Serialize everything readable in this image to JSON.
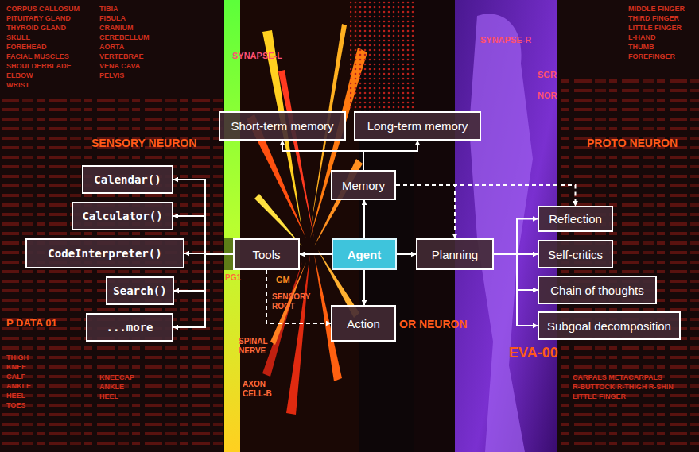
{
  "diagram": {
    "nodes": [
      {
        "text": [
          "Short-term memory"
        ]
      },
      {
        "text": [
          "Long-term memory"
        ]
      },
      {
        "text": [
          "Memory"
        ]
      },
      {
        "text": [
          "Calendar()"
        ]
      },
      {
        "text": [
          "Calculator()"
        ]
      },
      {
        "text": [
          "Reflection"
        ]
      },
      {
        "text": [
          "CodeInterpreter()"
        ]
      },
      {
        "text": [
          "Tools"
        ]
      },
      {
        "text": [
          "Agent"
        ]
      },
      {
        "text": [
          "Planning"
        ]
      },
      {
        "text": [
          "Self-critics"
        ]
      },
      {
        "text": [
          "Chain of thoughts"
        ]
      },
      {
        "text": [
          "Search()"
        ]
      },
      {
        "text": [
          "Action"
        ]
      },
      {
        "text": [
          "Subgoal decomposition"
        ]
      },
      {
        "text": [
          "...more"
        ]
      }
    ],
    "edges": [
      {
        "from": 2,
        "to": 0,
        "arrow": "to"
      },
      {
        "from": 2,
        "to": 1,
        "arrow": "to"
      },
      {
        "from": 8,
        "to": 2,
        "arrow": "to"
      },
      {
        "from": 8,
        "to": 7,
        "arrow": "to"
      },
      {
        "from": 8,
        "to": 9,
        "arrow": "to"
      },
      {
        "from": 8,
        "to": 13,
        "arrow": "to"
      },
      {
        "from": 7,
        "to": 3,
        "arrow": "to"
      },
      {
        "from": 7,
        "to": 4,
        "arrow": "to"
      },
      {
        "from": 7,
        "to": 6,
        "arrow": "to"
      },
      {
        "from": 7,
        "to": 12,
        "arrow": "to"
      },
      {
        "from": 7,
        "to": 15,
        "arrow": "to"
      },
      {
        "from": 7,
        "to": 13,
        "arrow": "to"
      },
      {
        "from": 2,
        "to": 9,
        "arrow": "to"
      },
      {
        "from": 2,
        "to": 5,
        "arrow": "to"
      },
      {
        "from": 9,
        "to": 5,
        "arrow": "to"
      },
      {
        "from": 9,
        "to": 10,
        "arrow": "to"
      },
      {
        "from": 9,
        "to": 11,
        "arrow": "to"
      },
      {
        "from": 9,
        "to": 14,
        "arrow": "to"
      }
    ],
    "labels": [
      "SYNAPSE-L",
      "SYNAPSE-R",
      "SGR",
      "NOR",
      "SENSORY NEURON",
      "PROTO NEURON",
      "PG1",
      "GM",
      "SENSORY ROOT",
      "SPINAL NERVE",
      "AXON CELL-B",
      "OR NEURON",
      "P DATA 01",
      "EVA-00",
      "CORPUS CALLOSUM",
      "PITUITARY GLAND",
      "THYROID GLAND",
      "SKULL",
      "FOREHEAD",
      "FACIAL MUSCLES",
      "SHOULDERBLADE",
      "ELBOW",
      "WRIST",
      "TIBIA",
      "FIBULA",
      "CRANIUM",
      "CEREBELLUM",
      "AORTA",
      "VERTEBRAE",
      "VENA CAVA",
      "PELVIS",
      "MIDDLE FINGER",
      "THIRD FINGER",
      "LITTLE FINGER",
      "L-HAND",
      "THUMB",
      "FOREFINGER",
      "THIGH",
      "KNEE",
      "CALF",
      "ANKLE",
      "HEEL",
      "TOES",
      "KNEECAP",
      "ANKLE",
      "HEEL",
      "CARPALS METACARPALS",
      "R-BUTTOCK R-THIGH R-SHIN",
      "LITTLE FINGER"
    ]
  }
}
